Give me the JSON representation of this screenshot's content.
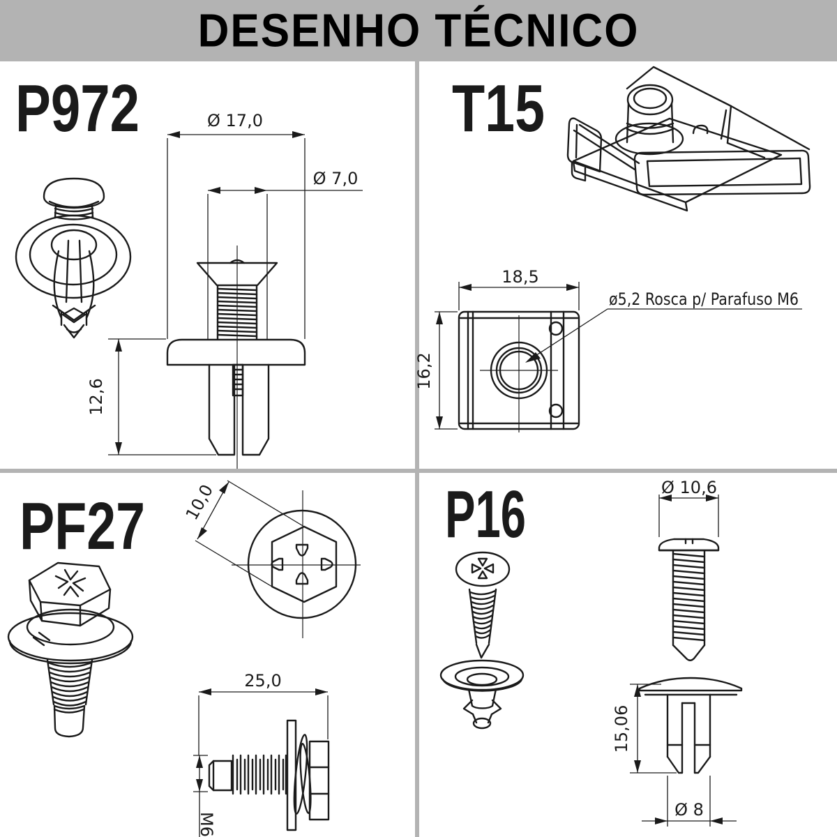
{
  "title": "DESENHO TÉCNICO",
  "colors": {
    "banner_bg": "#b3b3b3",
    "divider": "#b3b3b3",
    "ink": "#1a1a1a",
    "background": "#ffffff"
  },
  "parts": {
    "p972": {
      "label": "P972",
      "dims": {
        "flange_diameter": "Ø 17,0",
        "stem_diameter": "Ø 7,0",
        "stem_length": "12,6"
      }
    },
    "t15": {
      "label": "T15",
      "dims": {
        "width": "18,5",
        "depth": "16,2",
        "thread_note": "ø5,2 Rosca p/ Parafuso M6"
      }
    },
    "pf27": {
      "label": "PF27",
      "dims": {
        "hex_across_flats": "10,0",
        "thread_length": "25,0",
        "thread_size": "M6"
      }
    },
    "p16": {
      "label": "P16",
      "dims": {
        "head_diameter": "Ø 10,6",
        "body_height": "15,06",
        "shank_diameter": "Ø 8"
      }
    }
  }
}
